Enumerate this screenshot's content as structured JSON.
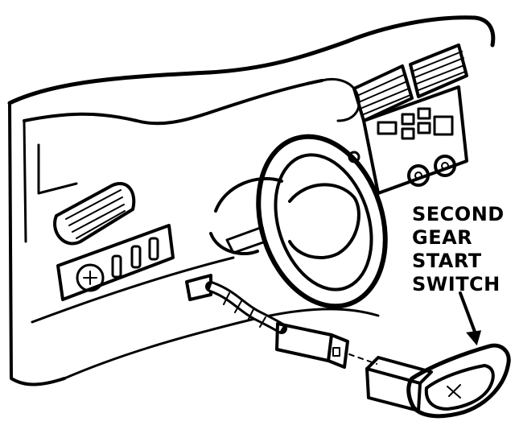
{
  "callout": {
    "lines": [
      "SECOND",
      "GEAR",
      "START",
      "SWITCH"
    ]
  },
  "colors": {
    "ink": "#000000",
    "paper": "#ffffff"
  }
}
